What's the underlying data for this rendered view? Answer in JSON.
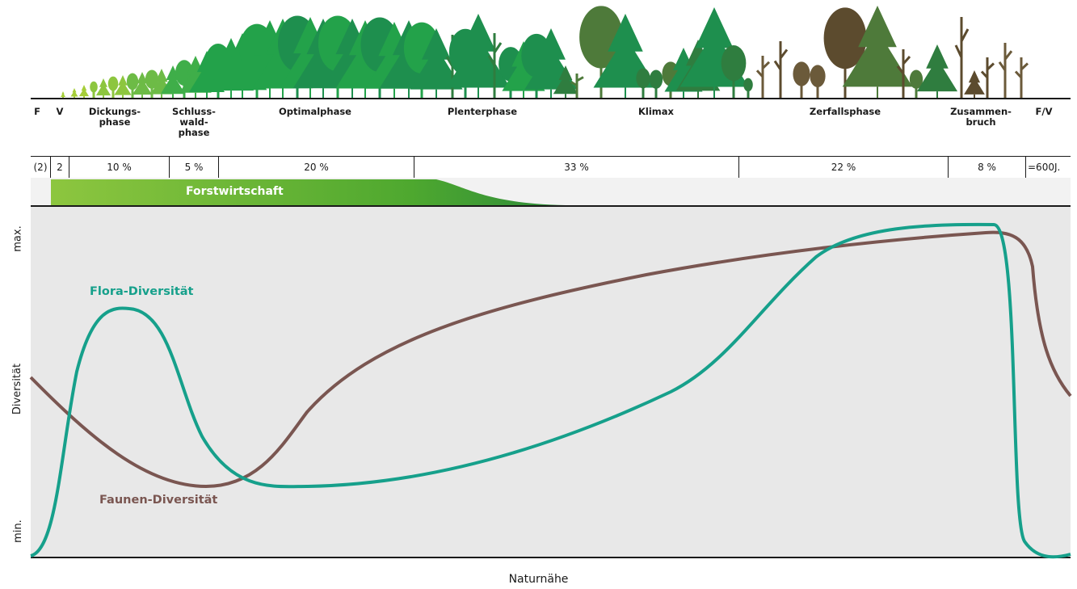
{
  "phases": [
    {
      "id": "f",
      "label": "F"
    },
    {
      "id": "v",
      "label": "V"
    },
    {
      "id": "dickung",
      "label": "Dickungs-\nphase"
    },
    {
      "id": "schluss",
      "label": "Schluss-\nwald-\nphase"
    },
    {
      "id": "optimal",
      "label": "Optimalphase"
    },
    {
      "id": "plenter",
      "label": "Plenterphase"
    },
    {
      "id": "klimax",
      "label": "Klimax"
    },
    {
      "id": "zerfall",
      "label": "Zerfallsphase"
    },
    {
      "id": "zusammen",
      "label": "Zusammen-\nbruch"
    },
    {
      "id": "fv",
      "label": "F/V"
    }
  ],
  "percentages": [
    "(2)",
    "2",
    "10 %",
    "5 %",
    "20 %",
    "33 %",
    "22 %",
    "8 %",
    "=600J."
  ],
  "forestry_label": "Forstwirtschaft",
  "axis": {
    "y_label": "Diversität",
    "y_max": "max.",
    "y_min": "min.",
    "x_label": "Naturnähe"
  },
  "chart_data": {
    "type": "line",
    "xlabel": "Naturnähe",
    "ylabel": "Diversität",
    "ylim": [
      "min.",
      "max."
    ],
    "series": [
      {
        "name": "Flora-Diversität",
        "color": "#16a08b"
      },
      {
        "name": "Faunen-Diversität",
        "color": "#7a5651"
      }
    ]
  },
  "colors": {
    "flora": "#16a08b",
    "fauna": "#7a5651",
    "forestry_start": "#8dc63f",
    "forestry_end": "#2e8b3a",
    "plot_bg": "#e8e8e8"
  }
}
